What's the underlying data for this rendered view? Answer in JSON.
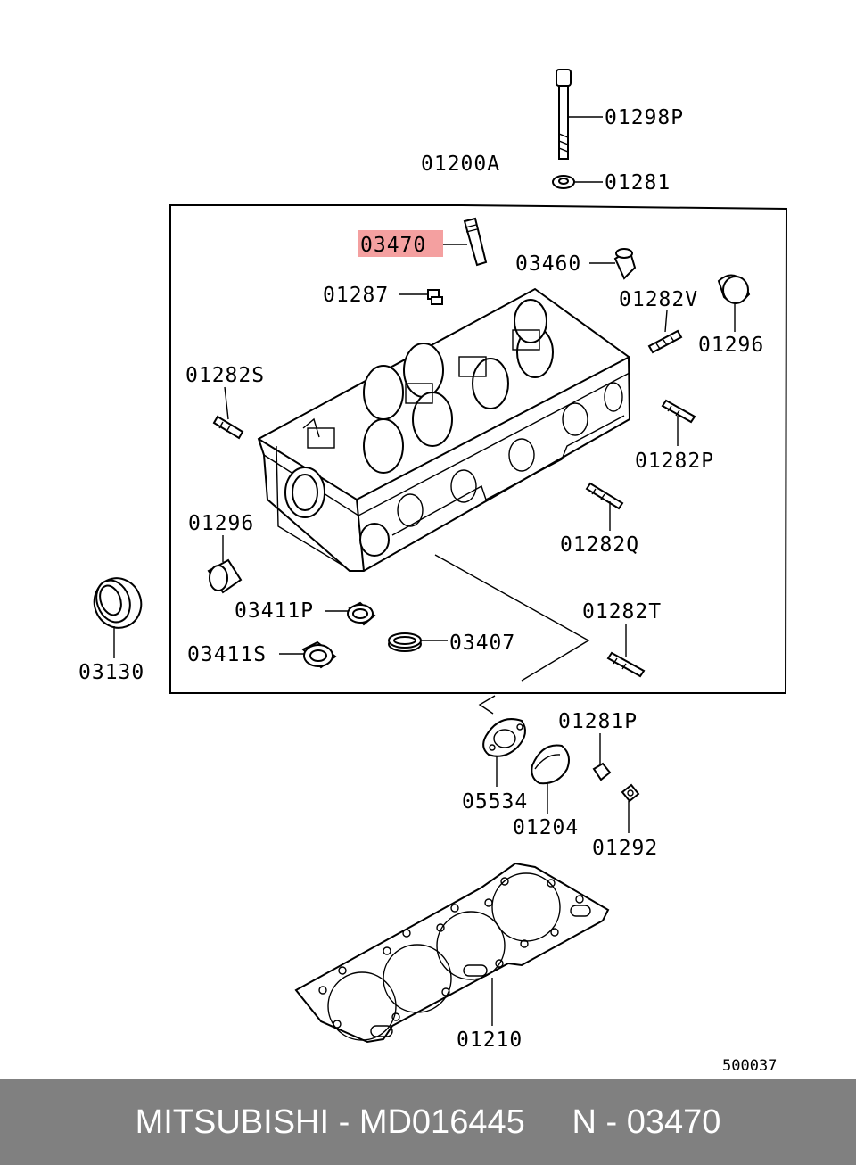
{
  "labels": {
    "p01298P": "01298P",
    "p01281": "01281",
    "p01200A": "01200A",
    "p03470": "03470",
    "p03460": "03460",
    "p01287": "01287",
    "p01282V": "01282V",
    "p01296a": "01296",
    "p01282S": "01282S",
    "p01282P": "01282P",
    "p01296b": "01296",
    "p01282Q": "01282Q",
    "p03411P": "03411P",
    "p01282T": "01282T",
    "p03407": "03407",
    "p03411S": "03411S",
    "p03130": "03130",
    "p01281P": "01281P",
    "p05534": "05534",
    "p01204": "01204",
    "p01292": "01292",
    "p01210": "01210",
    "diagram_code": "500037"
  },
  "highlight_color": "#f4a0a0",
  "footer": {
    "text": "MITSUBISHI - MD016445     N - 03470",
    "background": "#808080"
  }
}
